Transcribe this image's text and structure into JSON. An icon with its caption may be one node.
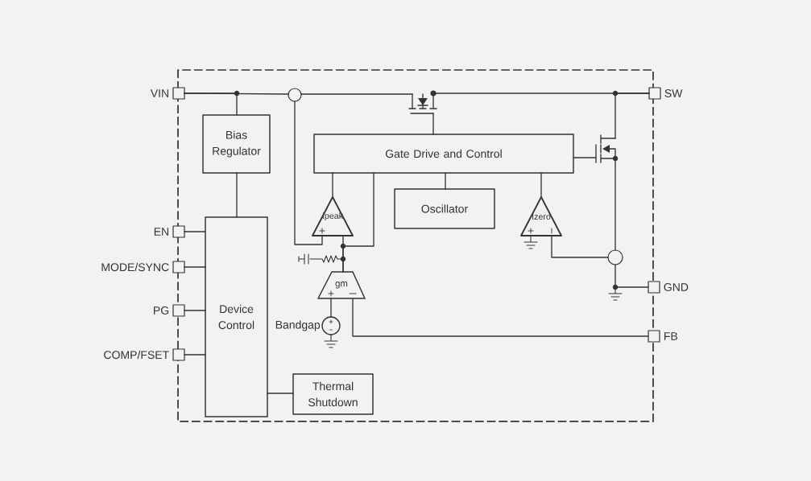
{
  "diagram": {
    "nodes": [
      {
        "text": [
          "VIN"
        ]
      },
      {
        "text": [
          "EN"
        ]
      },
      {
        "text": [
          "MODE/SYNC"
        ]
      },
      {
        "text": [
          "PG"
        ]
      },
      {
        "text": [
          "COMP/FSET"
        ]
      },
      {
        "text": [
          "SW"
        ]
      },
      {
        "text": [
          "GND"
        ]
      },
      {
        "text": [
          "FB"
        ]
      },
      {
        "text": [
          "Bias Regulator"
        ]
      },
      {
        "text": [
          "Device Control"
        ]
      },
      {
        "text": [
          "Gate Drive and Control"
        ]
      },
      {
        "text": [
          "Oscillator"
        ]
      },
      {
        "text": [
          "Thermal Shutdown"
        ]
      },
      {
        "text": [
          "Ipeak"
        ]
      },
      {
        "text": [
          "Izero"
        ]
      },
      {
        "text": [
          "gm"
        ]
      },
      {
        "text": [
          "Bandgap"
        ]
      },
      {
        "text": [],
        "shape": "circle"
      },
      {
        "text": [],
        "shape": "circle"
      },
      {
        "text": [],
        "shape": "transistor"
      },
      {
        "text": [],
        "shape": "transistor"
      }
    ],
    "edges": [
      {
        "from": 0,
        "to": 8,
        "arrow": "none"
      },
      {
        "from": 0,
        "to": 17,
        "arrow": "none"
      },
      {
        "from": 17,
        "to": 19,
        "arrow": "none"
      },
      {
        "from": 17,
        "to": 13,
        "arrow": "none"
      },
      {
        "from": 19,
        "to": 5,
        "arrow": "none"
      },
      {
        "from": 19,
        "to": 10,
        "arrow": "none"
      },
      {
        "from": 20,
        "to": 5,
        "arrow": "none"
      },
      {
        "from": 10,
        "to": 20,
        "arrow": "none"
      },
      {
        "from": 20,
        "to": 18,
        "arrow": "none"
      },
      {
        "from": 18,
        "to": 6,
        "arrow": "none"
      },
      {
        "from": 18,
        "to": 14,
        "arrow": "none"
      },
      {
        "from": 14,
        "to": 10,
        "arrow": "none"
      },
      {
        "from": 13,
        "to": 10,
        "arrow": "none"
      },
      {
        "from": 11,
        "to": 10,
        "arrow": "none"
      },
      {
        "from": 15,
        "to": 13,
        "arrow": "none"
      },
      {
        "from": 15,
        "to": 10,
        "arrow": "none"
      },
      {
        "from": 16,
        "to": 15,
        "arrow": "none"
      },
      {
        "from": 7,
        "to": 15,
        "arrow": "none"
      },
      {
        "from": 8,
        "to": 9,
        "arrow": "none"
      },
      {
        "from": 1,
        "to": 9,
        "arrow": "none"
      },
      {
        "from": 2,
        "to": 9,
        "arrow": "none"
      },
      {
        "from": 3,
        "to": 9,
        "arrow": "none"
      },
      {
        "from": 4,
        "to": 9,
        "arrow": "none"
      },
      {
        "from": 12,
        "to": 9,
        "arrow": "none"
      }
    ]
  }
}
